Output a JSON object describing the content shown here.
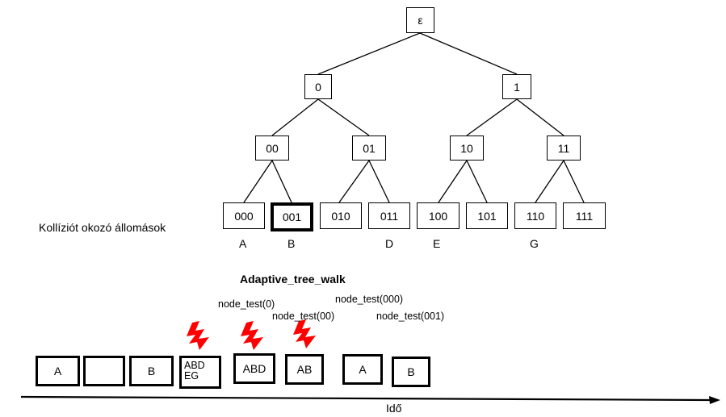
{
  "tree": {
    "root": "ε",
    "level1": [
      "0",
      "1"
    ],
    "level2": [
      "00",
      "01",
      "10",
      "11"
    ],
    "level3": [
      "000",
      "001",
      "010",
      "011",
      "100",
      "101",
      "110",
      "111"
    ],
    "highlighted_leaf": "001"
  },
  "stations_caption": "Kollíziót okozó állomások",
  "station_labels": [
    "A",
    "B",
    "D",
    "E",
    "G"
  ],
  "algorithm_title": "Adaptive_tree_walk",
  "node_tests": [
    "node_test(0)",
    "node_test(000)",
    "node_test(00)",
    "node_test(001)"
  ],
  "slots": [
    "A",
    "",
    "B",
    "ABD\nEG",
    "ABD",
    "AB",
    "A",
    "B"
  ],
  "collision_marks": 3,
  "collision_color": "#ff0000",
  "time_axis_label": "Idő"
}
